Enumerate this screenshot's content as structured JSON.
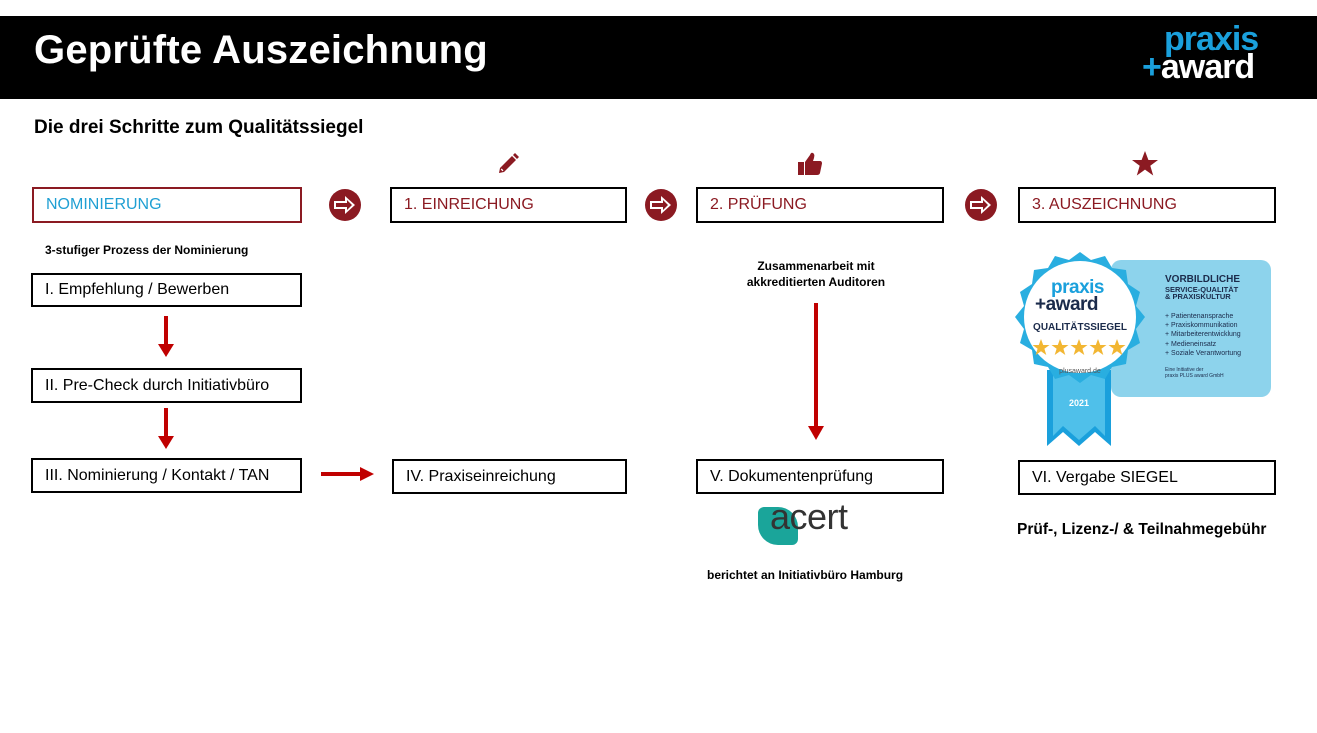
{
  "header": {
    "title": "Geprüfte Auszeichnung",
    "logo_line1": "praxis",
    "logo_plus": "+",
    "logo_line2": "award"
  },
  "subtitle": "Die drei Schritte zum Qualitätssiegel",
  "phases": {
    "nominierung": "NOMINIERUNG",
    "einreichung": "1. EINREICHUNG",
    "pruefung": "2. PRÜFUNG",
    "auszeichnung": "3. AUSZEICHNUNG"
  },
  "icons": {
    "einreichung": "pencil-icon",
    "pruefung": "thumbs-up-icon",
    "auszeichnung": "star-icon"
  },
  "nomination": {
    "caption": "3-stufiger Prozess der Nominierung",
    "step1": "I. Empfehlung / Bewerben",
    "step2": "II. Pre-Check durch Initiativbüro",
    "step3": "III. Nominierung / Kontakt / TAN"
  },
  "einreichung": {
    "step4": "IV. Praxiseinreichung"
  },
  "pruefung": {
    "caption_line1": "Zusammenarbeit mit",
    "caption_line2": "akkreditierten Auditoren",
    "step5": "V. Dokumentenprüfung",
    "acert_logo": "acert",
    "report": "berichtet an Initiativbüro Hamburg"
  },
  "auszeichnung": {
    "step6": "VI. Vergabe SIEGEL",
    "fee": "Prüf-, Lizenz-/ & Teilnahmegebühr"
  },
  "seal": {
    "brand_line1": "praxis",
    "brand_line2": "+award",
    "label": "QUALITÄTSSIEGEL",
    "stars": 5,
    "url": "plusaward.de",
    "year": "2021",
    "heading1": "VORBILDLICHE",
    "heading2": "SERVICE-QUALITÄT",
    "heading3": "& PRAXISKULTUR",
    "items": [
      "+ Patientenansprache",
      "+ Praxiskommunikation",
      "+ Mitarbeiterentwicklung",
      "+ Medieneinsatz",
      "+ Soziale Verantwortung"
    ],
    "footer1": "Eine Initiative der",
    "footer2": "praxis PLUS award GmbH"
  },
  "colors": {
    "dark_red": "#8b1a22",
    "arrow_red": "#c00000",
    "blue": "#1f9fd3",
    "seal_light": "#8dd3ec",
    "seal_dark": "#1aa0dc",
    "star_gold": "#f2b632",
    "acert_teal": "#1aa59a"
  }
}
